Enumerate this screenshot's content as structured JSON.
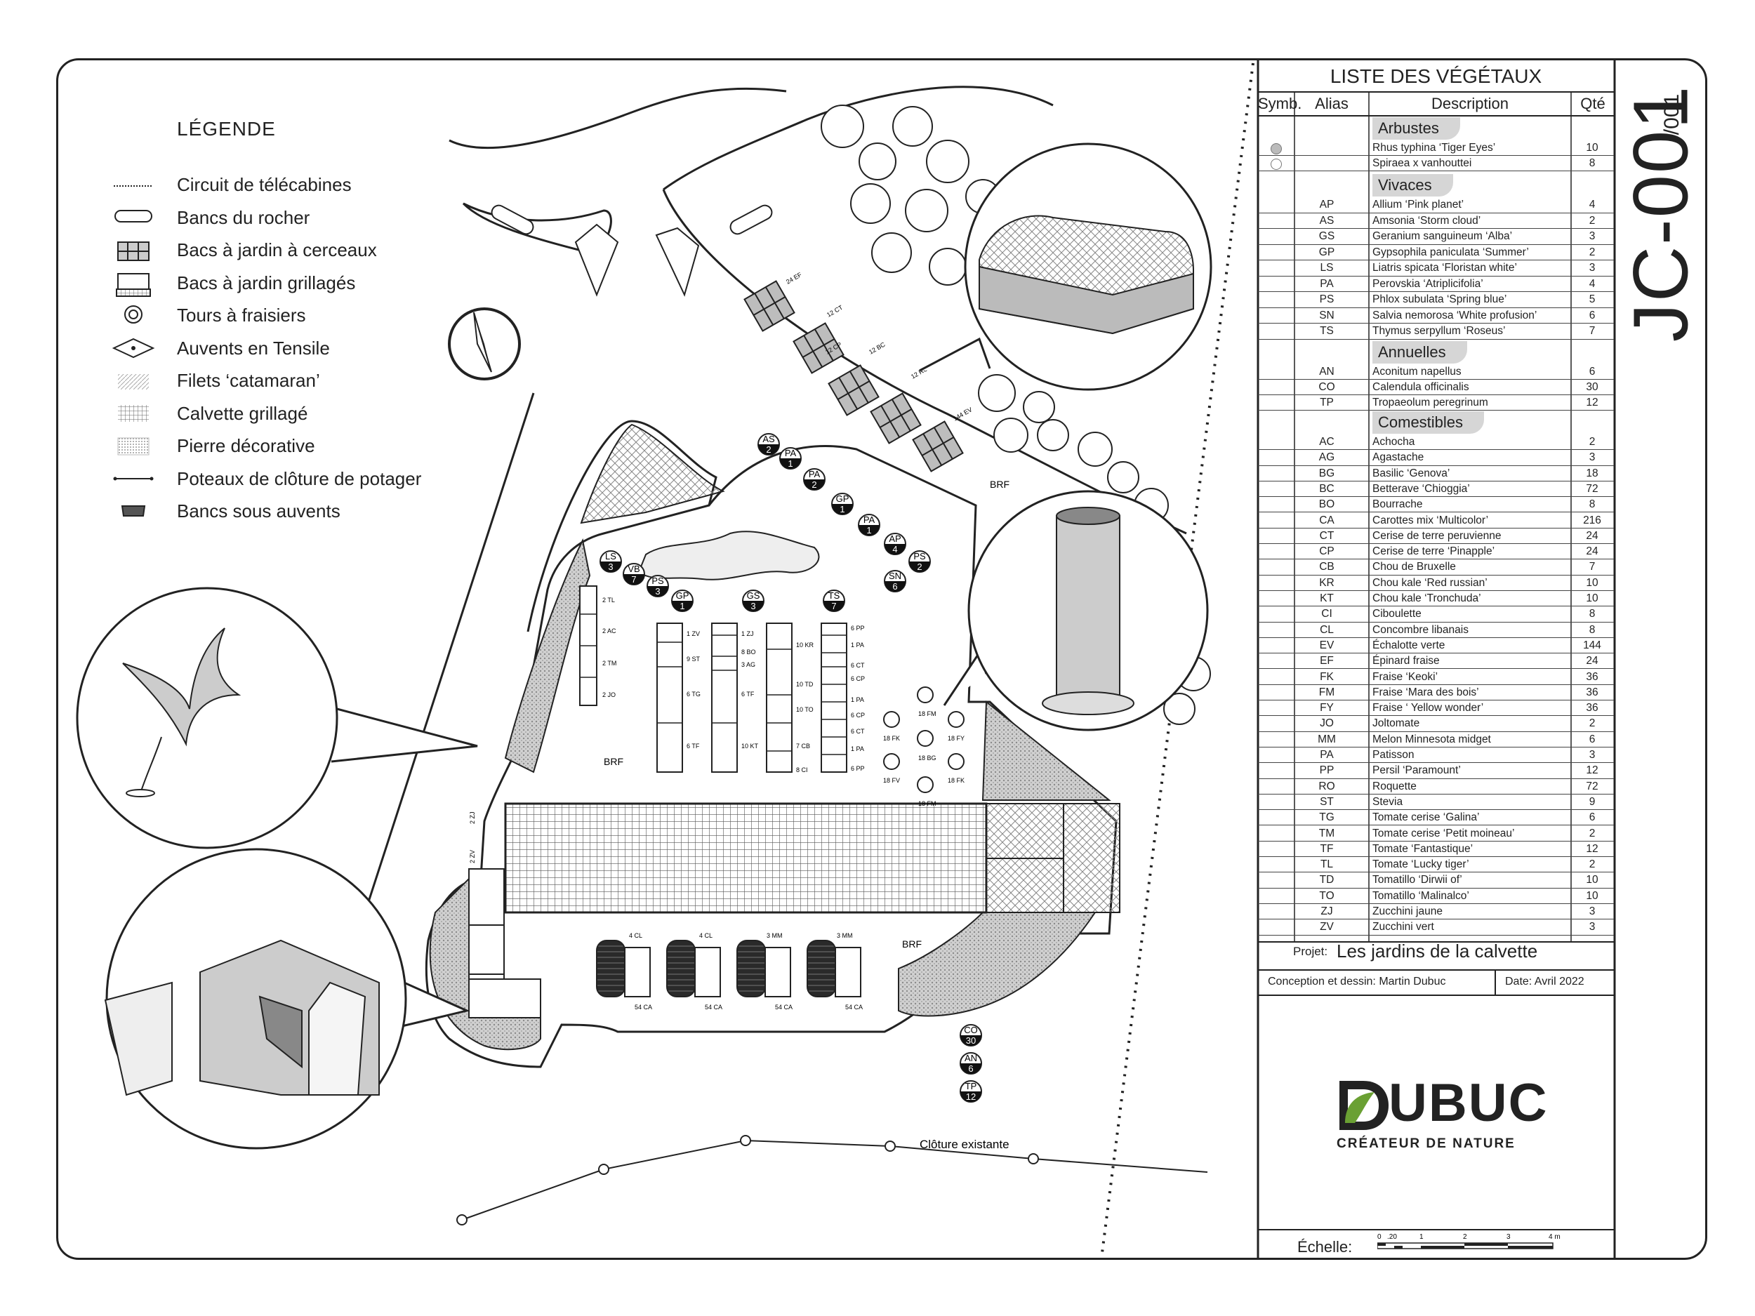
{
  "legend": {
    "title": "LÉGENDE",
    "items": [
      "Circuit de télécabines",
      "Bancs du rocher",
      "Bacs à jardin à cerceaux",
      "Bacs à jardin grillagés",
      "Tours à fraisiers",
      "Auvents en Tensile",
      "Filets ‘catamaran’",
      "Calvette grillagé",
      "Pierre décorative",
      "Poteaux de clôture de potager",
      "Bancs sous auvents"
    ]
  },
  "plan": {
    "fence_label": "Clôture existante",
    "brf": "BRF",
    "bed_callouts": [
      "24 EF",
      "12 CT",
      "12 CP",
      "12 BC",
      "12 RO",
      "144 EV"
    ],
    "tags": [
      {
        "code": "AS",
        "n": "2"
      },
      {
        "code": "PA",
        "n": "1"
      },
      {
        "code": "PA",
        "n": "2"
      },
      {
        "code": "GP",
        "n": "1"
      },
      {
        "code": "PA",
        "n": "1"
      },
      {
        "code": "AP",
        "n": "4"
      },
      {
        "code": "PS",
        "n": "2"
      },
      {
        "code": "SN",
        "n": "6"
      },
      {
        "code": "LS",
        "n": "3"
      },
      {
        "code": "VB",
        "n": "7"
      },
      {
        "code": "PS",
        "n": "3"
      },
      {
        "code": "GP",
        "n": "1"
      },
      {
        "code": "GS",
        "n": "3"
      },
      {
        "code": "TS",
        "n": "7"
      },
      {
        "code": "CO",
        "n": "30"
      },
      {
        "code": "AN",
        "n": "6"
      },
      {
        "code": "TP",
        "n": "12"
      }
    ],
    "beds": [
      [
        "2 TL",
        "2 AC",
        "2 TM",
        "2 JO"
      ],
      [
        "1 ZV",
        "9 ST",
        "6 TG",
        "6 TF"
      ],
      [
        "1 ZJ",
        "8 BO",
        "3 AG",
        "6 TF",
        "10 KT"
      ],
      [
        "10 KR",
        "10 TD",
        "10 TO",
        "7 CB",
        "8 CI"
      ],
      [
        "6 PP",
        "1 PA",
        "6 CT",
        "6 CP",
        "1 PA",
        "6 CP",
        "6 CT",
        "1 PA",
        "6 PP"
      ]
    ],
    "towers": [
      "18 FM",
      "18 FK",
      "18 FY",
      "18 BG",
      "18 FV",
      "18 FK",
      "18 FM"
    ],
    "calvette_beds": [
      "4 CL",
      "4 CL",
      "3 MM",
      "3 MM"
    ],
    "calvette_bottom": [
      "54 CA",
      "54 CA",
      "54 CA",
      "54 CA"
    ],
    "side_labels": [
      "2 ZJ",
      "2 ZV"
    ]
  },
  "table": {
    "title": "LISTE DES VÉGÉTAUX",
    "headers": [
      "Symb.",
      "Alias",
      "Description",
      "Qté"
    ],
    "categories": {
      "arbustes": "Arbustes",
      "vivaces": "Vivaces",
      "annuelles": "Annuelles",
      "comestibles": "Comestibles"
    },
    "arbustes": [
      {
        "alias": "",
        "desc": "Rhus typhina ‘Tiger Eyes’",
        "qty": "10"
      },
      {
        "alias": "",
        "desc": "Spiraea x vanhouttei",
        "qty": "8"
      }
    ],
    "vivaces": [
      {
        "alias": "AP",
        "desc": "Allium ‘Pink planet’",
        "qty": "4"
      },
      {
        "alias": "AS",
        "desc": "Amsonia ‘Storm cloud’",
        "qty": "2"
      },
      {
        "alias": "GS",
        "desc": "Geranium sanguineum ‘Alba’",
        "qty": "3"
      },
      {
        "alias": "GP",
        "desc": "Gypsophila paniculata ‘Summer’",
        "qty": "2"
      },
      {
        "alias": "LS",
        "desc": "Liatris spicata ‘Floristan white’",
        "qty": "3"
      },
      {
        "alias": "PA",
        "desc": "Perovskia ‘Atriplicifolia’",
        "qty": "4"
      },
      {
        "alias": "PS",
        "desc": "Phlox subulata ‘Spring blue’",
        "qty": "5"
      },
      {
        "alias": "SN",
        "desc": "Salvia nemorosa ‘White profusion’",
        "qty": "6"
      },
      {
        "alias": "TS",
        "desc": "Thymus serpyllum ‘Roseus’",
        "qty": "7"
      }
    ],
    "annuelles": [
      {
        "alias": "AN",
        "desc": "Aconitum napellus",
        "qty": "6"
      },
      {
        "alias": "CO",
        "desc": "Calendula officinalis",
        "qty": "30"
      },
      {
        "alias": "TP",
        "desc": "Tropaeolum peregrinum",
        "qty": "12"
      }
    ],
    "comestibles": [
      {
        "alias": "AC",
        "desc": "Achocha",
        "qty": "2"
      },
      {
        "alias": "AG",
        "desc": "Agastache",
        "qty": "3"
      },
      {
        "alias": "BG",
        "desc": "Basilic ‘Genova’",
        "qty": "18"
      },
      {
        "alias": "BC",
        "desc": "Betterave ‘Chioggia’",
        "qty": "72"
      },
      {
        "alias": "BO",
        "desc": "Bourrache",
        "qty": "8"
      },
      {
        "alias": "CA",
        "desc": "Carottes mix ‘Multicolor’",
        "qty": "216"
      },
      {
        "alias": "CT",
        "desc": "Cerise de terre peruvienne",
        "qty": "24"
      },
      {
        "alias": "CP",
        "desc": "Cerise de terre ‘Pinapple’",
        "qty": "24"
      },
      {
        "alias": "CB",
        "desc": "Chou de Bruxelle",
        "qty": "7"
      },
      {
        "alias": "KR",
        "desc": "Chou kale ‘Red russian’",
        "qty": "10"
      },
      {
        "alias": "KT",
        "desc": "Chou kale ‘Tronchuda’",
        "qty": "10"
      },
      {
        "alias": "CI",
        "desc": "Ciboulette",
        "qty": "8"
      },
      {
        "alias": "CL",
        "desc": "Concombre libanais",
        "qty": "8"
      },
      {
        "alias": "EV",
        "desc": "Échalotte verte",
        "qty": "144"
      },
      {
        "alias": "EF",
        "desc": "Épinard fraise",
        "qty": "24"
      },
      {
        "alias": "FK",
        "desc": "Fraise ‘Keoki’",
        "qty": "36"
      },
      {
        "alias": "FM",
        "desc": "Fraise ‘Mara des bois’",
        "qty": "36"
      },
      {
        "alias": "FY",
        "desc": "Fraise ‘ Yellow wonder’",
        "qty": "36"
      },
      {
        "alias": "JO",
        "desc": "Joltomate",
        "qty": "2"
      },
      {
        "alias": "MM",
        "desc": "Melon Minnesota midget",
        "qty": "6"
      },
      {
        "alias": "PA",
        "desc": "Patisson",
        "qty": "3"
      },
      {
        "alias": "PP",
        "desc": "Persil ‘Paramount’",
        "qty": "12"
      },
      {
        "alias": "RO",
        "desc": "Roquette",
        "qty": "72"
      },
      {
        "alias": "ST",
        "desc": "Stevia",
        "qty": "9"
      },
      {
        "alias": "TG",
        "desc": "Tomate cerise ‘Galina’",
        "qty": "6"
      },
      {
        "alias": "TM",
        "desc": "Tomate cerise ‘Petit moineau’",
        "qty": "2"
      },
      {
        "alias": "TF",
        "desc": "Tomate ‘Fantastique’",
        "qty": "12"
      },
      {
        "alias": "TL",
        "desc": "Tomate ‘Lucky tiger’",
        "qty": "2"
      },
      {
        "alias": "TD",
        "desc": "Tomatillo ‘Dirwii of’",
        "qty": "10"
      },
      {
        "alias": "TO",
        "desc": "Tomatillo ‘Malinalco’",
        "qty": "10"
      },
      {
        "alias": "ZJ",
        "desc": "Zucchini jaune",
        "qty": "3"
      },
      {
        "alias": "ZV",
        "desc": "Zucchini vert",
        "qty": "3"
      }
    ],
    "project_label": "Projet:",
    "project_name": "Les jardins de la calvette",
    "design_credit": "Conception et dessin: Martin Dubuc",
    "date": "Date: Avril 2022",
    "logo_text": "UBUC",
    "logo_tagline": "CRÉATEUR DE NATURE",
    "scale_label": "Échelle:",
    "scale_ticks": [
      "0",
      ".20",
      "1",
      "2",
      "3",
      "4 m"
    ]
  },
  "sheet": {
    "code": "JC-001",
    "page": "/001"
  },
  "colors": {
    "ink": "#222222",
    "hatch": "#9a9a9a",
    "fill": "#d6d6d6",
    "logo_green": "#6aa033"
  }
}
